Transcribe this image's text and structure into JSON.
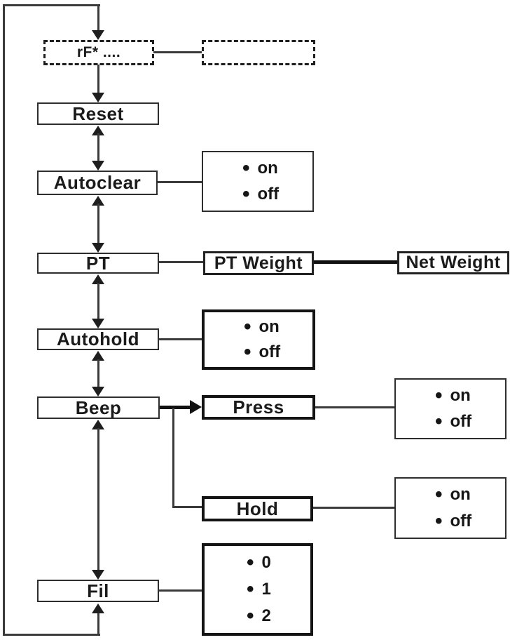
{
  "diagram": {
    "bullet": "•",
    "nodes": {
      "rf": "rF* ....",
      "reset": "Reset",
      "autoclear": "Autoclear",
      "pt": "PT",
      "pt_weight": "PT Weight",
      "net_weight": "Net Weight",
      "autohold": "Autohold",
      "beep": "Beep",
      "press": "Press",
      "hold": "Hold",
      "fil": "Fil"
    },
    "options": {
      "autoclear": [
        "on",
        "off"
      ],
      "autohold": [
        "on",
        "off"
      ],
      "press": [
        "on",
        "off"
      ],
      "hold": [
        "on",
        "off"
      ],
      "fil": [
        "0",
        "1",
        "2"
      ]
    },
    "colors": {
      "line": "#3a3a3a",
      "text": "#1b1b1b",
      "background": "#ffffff"
    }
  }
}
